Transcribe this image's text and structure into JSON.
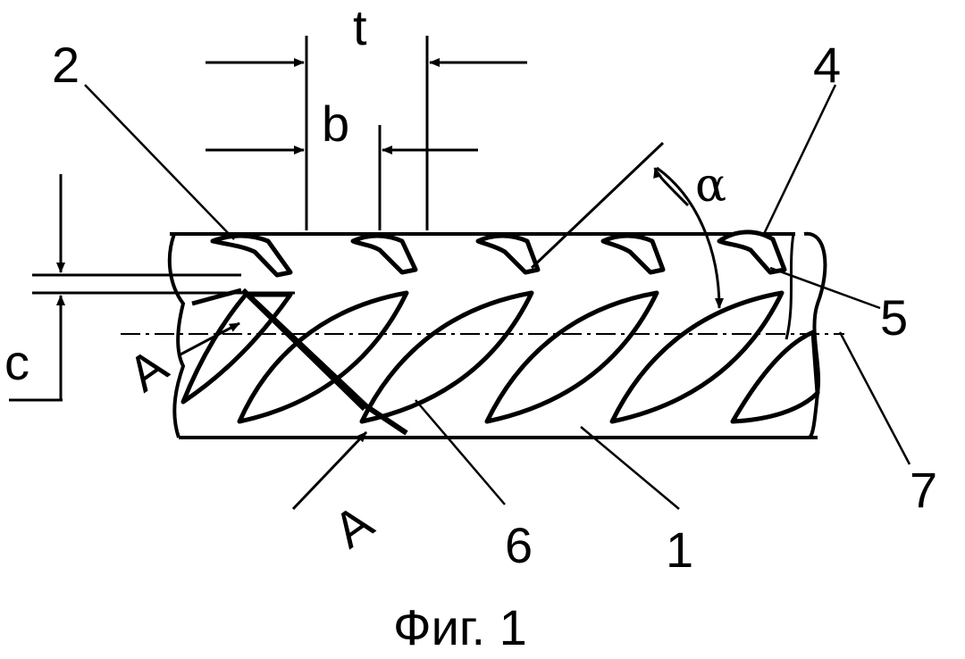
{
  "figure": {
    "caption": "Фиг. 1",
    "labels": {
      "rebar_core": "1",
      "rib_left": "2",
      "rib_right": "4",
      "rib_edge": "5",
      "longitudinal_feature": "6",
      "axis": "7"
    },
    "dimensions": {
      "pitch": "t",
      "rib_width": "b",
      "rib_height": "c",
      "rib_angle": "α"
    },
    "section_marks": [
      "A",
      "A"
    ]
  }
}
